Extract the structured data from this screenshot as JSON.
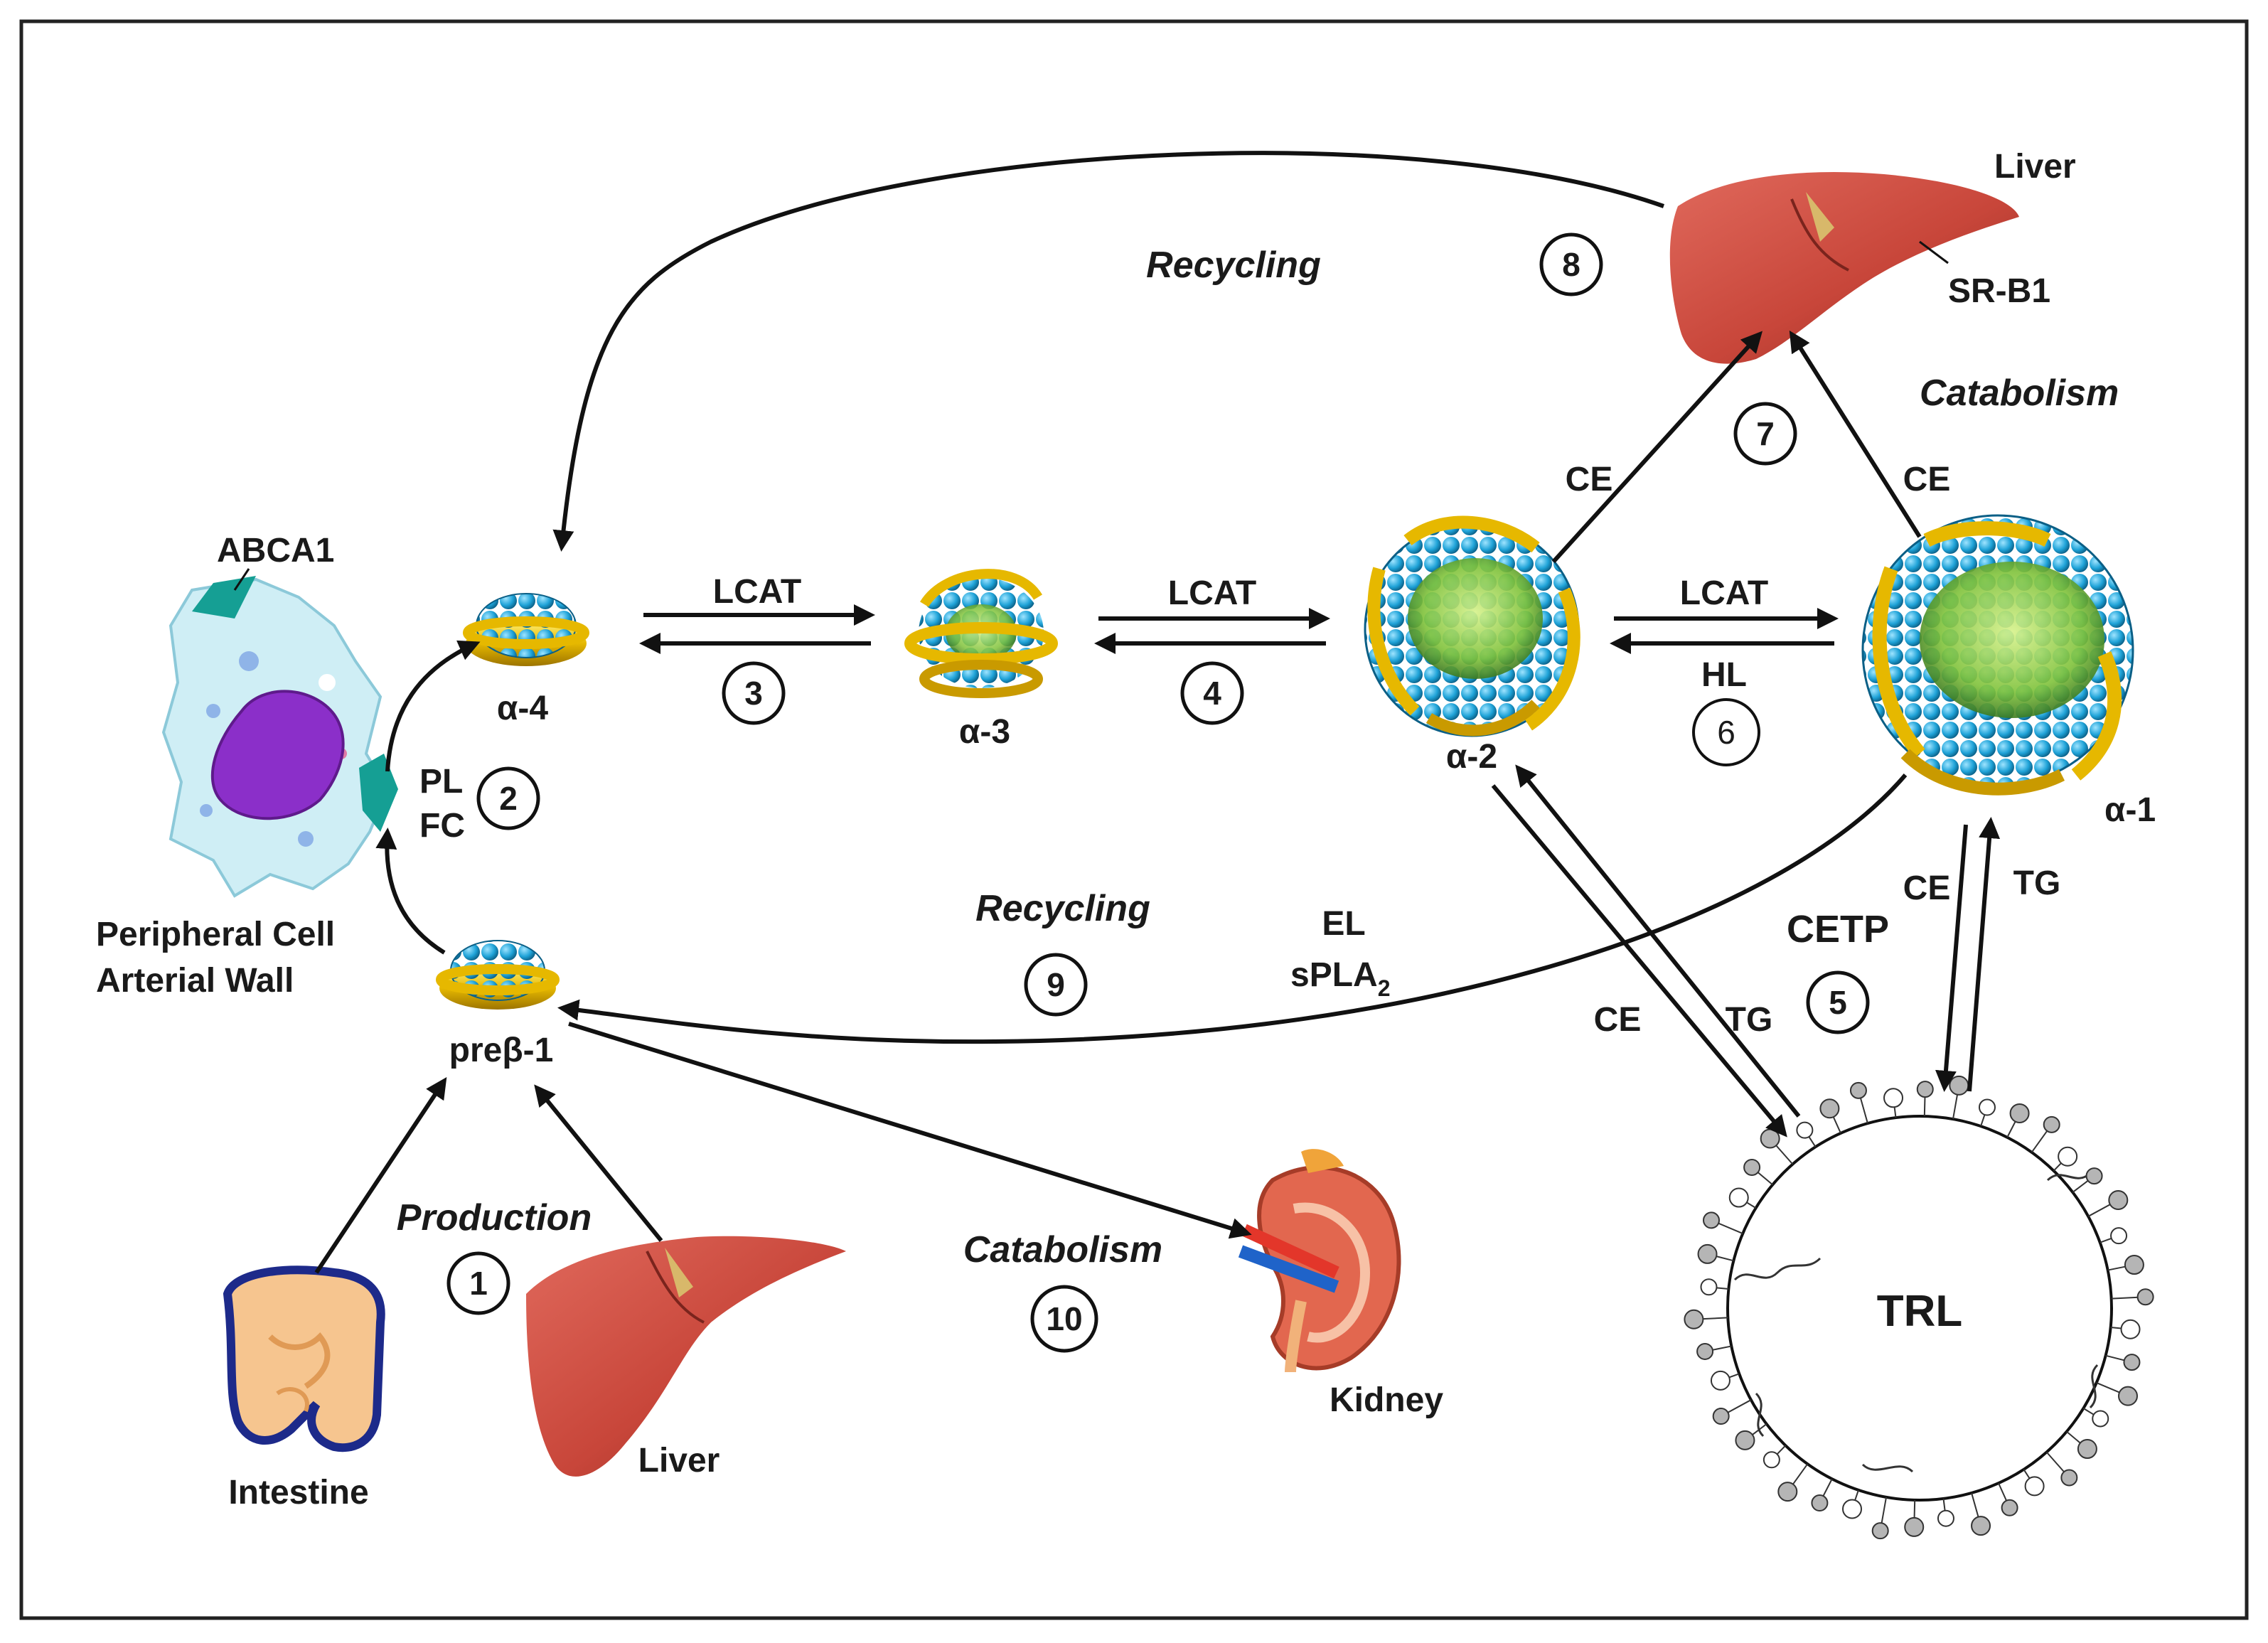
{
  "labels": {
    "abca1": "ABCA1",
    "peripheral_line1": "Peripheral Cell",
    "peripheral_line2": "Arterial Wall",
    "pl": "PL",
    "fc": "FC",
    "alpha4": "α-4",
    "alpha3": "α-3",
    "alpha2": "α-2",
    "alpha1": "α-1",
    "prebeta1": "preβ-1",
    "lcat_3": "LCAT",
    "lcat_4": "LCAT",
    "lcat_6": "LCAT",
    "hl": "HL",
    "liver_top": "Liver",
    "sr_b1": "SR-B1",
    "catabolism_top": "Catabolism",
    "ce_7": "CE",
    "ce_liver_right": "CE",
    "recycling_top": "Recycling",
    "recycling_bottom": "Recycling",
    "el": "EL",
    "spla2_main": "sPLA",
    "spla2_sub": "2",
    "cetp": "CETP",
    "ce_cetp_left": "CE",
    "tg_cetp_left": "TG",
    "ce_cetp_right": "CE",
    "tg_cetp_right": "TG",
    "trl": "TRL",
    "production": "Production",
    "catabolism_bottom": "Catabolism",
    "kidney": "Kidney",
    "intestine": "Intestine",
    "liver_bottom": "Liver"
  },
  "steps": [
    "1",
    "2",
    "3",
    "4",
    "5",
    "6",
    "7",
    "8",
    "9",
    "10"
  ],
  "colors": {
    "liver": "#c8463a",
    "liver_dark": "#9e2f25",
    "gold": "#e6b800",
    "cyan": "#1fa3d8",
    "green": "#7fc23a",
    "cell": "#cfeef5",
    "nucleus": "#8b2fc9",
    "abca1": "#159f94"
  }
}
